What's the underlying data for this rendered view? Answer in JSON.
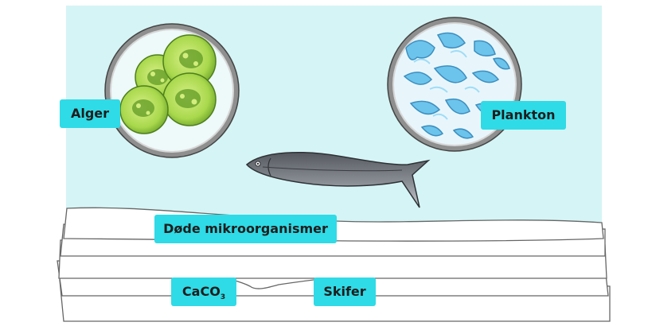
{
  "labels": {
    "alger": "Alger",
    "plankton": "Plankton",
    "dode": "Døde mikroorganismer",
    "caco3_main": "CaCO",
    "caco3_sub": "3",
    "skifer": "Skifer"
  },
  "colors": {
    "water": "#d5f4f5",
    "label_bg": "#2fdbe6",
    "algae": "#9cd44a",
    "plankton": "#6cc4ec",
    "fish": "#7f838a",
    "sediment": "#ffffff"
  }
}
